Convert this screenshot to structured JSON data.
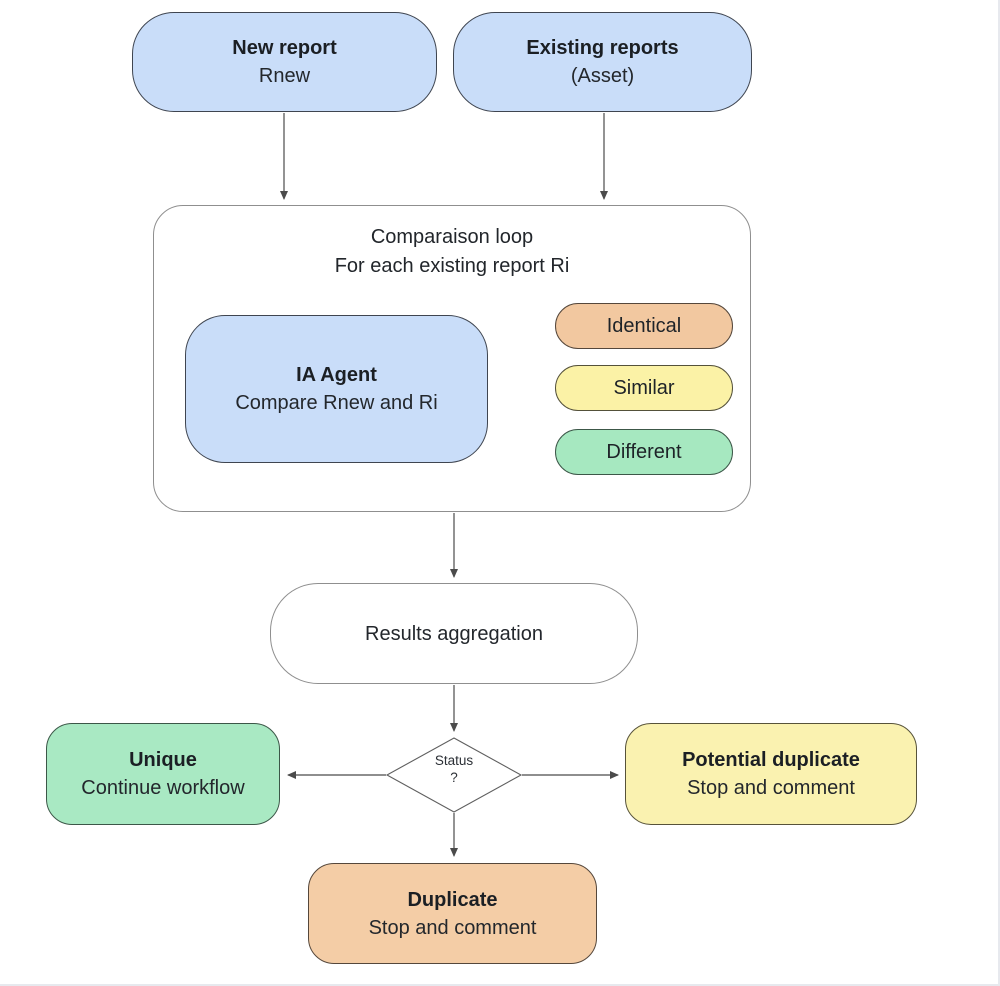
{
  "diagram": {
    "type": "flowchart",
    "accent_colors": {
      "blue_fill": "#c9ddf9",
      "peach_fill": "#f2c8a0",
      "yellow_fill": "#fbf2a6",
      "green_fill": "#a9e9c3",
      "white_fill": "#ffffff",
      "line_color": "#4b4b4b",
      "page_edge_border": "#e7e9ee"
    },
    "nodes": {
      "new_report": {
        "title": "New report",
        "subtitle": "Rnew"
      },
      "existing_reports": {
        "title": "Existing reports",
        "subtitle": "(Asset)"
      },
      "comparison_loop": {
        "title": "Comparaison loop",
        "subtitle": "For each existing report Ri"
      },
      "ia_agent": {
        "title": "IA Agent",
        "subtitle": "Compare Rnew and Ri"
      },
      "outcomes": [
        {
          "label": "Identical",
          "color": "#f2c8a0"
        },
        {
          "label": "Similar",
          "color": "#fbf2a6"
        },
        {
          "label": "Different",
          "color": "#a6e8c0"
        }
      ],
      "results_aggregation": {
        "label": "Results aggregation"
      },
      "status_decision": {
        "line1": "Status",
        "line2": "?"
      },
      "unique": {
        "title": "Unique",
        "subtitle": "Continue workflow",
        "color": "#a9e9c3"
      },
      "potential_duplicate": {
        "title": "Potential duplicate",
        "subtitle": "Stop and comment",
        "color": "#faf2b0"
      },
      "duplicate": {
        "title": "Duplicate",
        "subtitle": "Stop and comment",
        "color": "#f4cda6"
      }
    }
  }
}
